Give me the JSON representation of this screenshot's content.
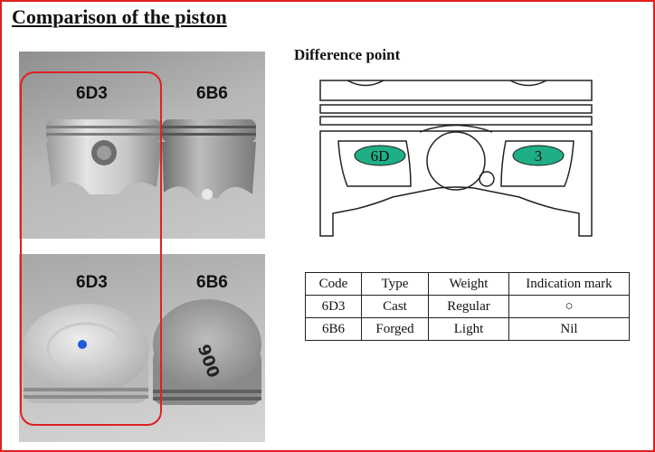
{
  "title": "Comparison of the piston",
  "photos": {
    "top_left_label": "6D3",
    "top_right_label": "6B6",
    "bottom_left_label": "6D3",
    "bottom_right_label": "6B6"
  },
  "difference": {
    "title": "Difference point",
    "mark_left": "6D",
    "mark_right": "3"
  },
  "table": {
    "headers": [
      "Code",
      "Type",
      "Weight",
      "Indication mark"
    ],
    "rows": [
      [
        "6D3",
        "Cast",
        "Regular",
        "○"
      ],
      [
        "6B6",
        "Forged",
        "Light",
        "Nil"
      ]
    ]
  },
  "colors": {
    "accent_red": "#e02020",
    "mark_green": "#1fae86"
  }
}
